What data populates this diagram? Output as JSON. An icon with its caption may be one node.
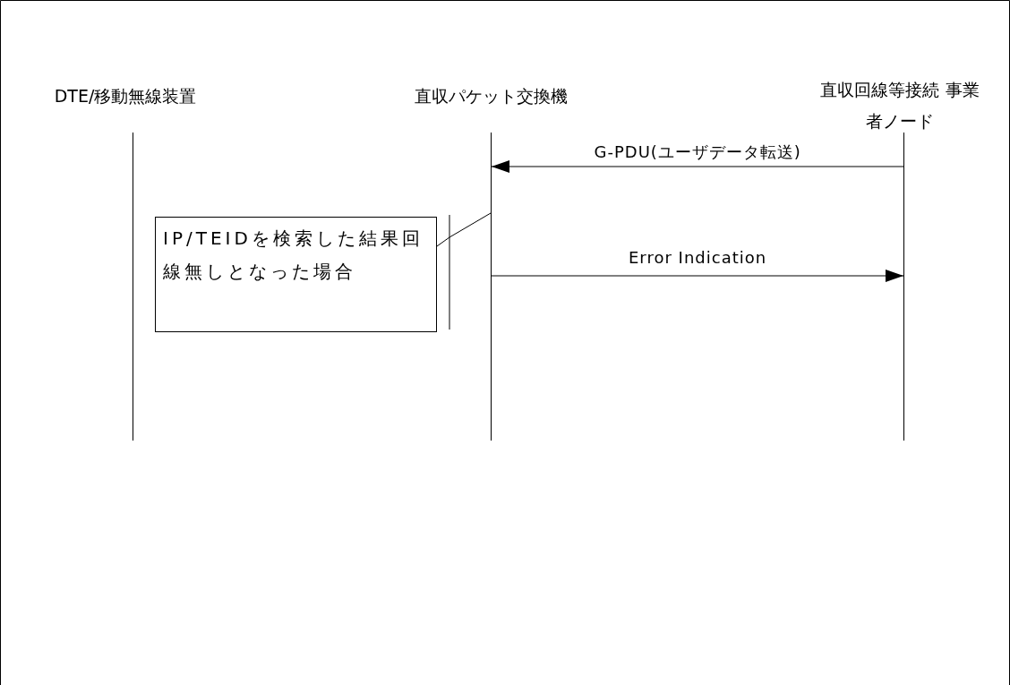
{
  "diagram": {
    "nodes": [
      {
        "text": [
          "DTE/移動無線装置"
        ]
      },
      {
        "text": [
          "直収パケット交換機"
        ]
      },
      {
        "text": [
          "直収回線等接続 事業者ノード"
        ]
      },
      {
        "text": [],
        "shape": "bar"
      },
      {
        "text": [],
        "shape": "bar"
      },
      {
        "text": [],
        "shape": "bar"
      },
      {
        "text": [
          "IP/TEIDを検索した結果回線無しとなった場合"
        ]
      }
    ],
    "edges": [
      {
        "from": 5,
        "to": 4,
        "arrow": "to",
        "label": "G-PDU(ユーザデータ転送)"
      },
      {
        "from": 4,
        "to": 5,
        "arrow": "to",
        "label": "Error Indication"
      },
      {
        "from": 6,
        "to": 4,
        "arrow": "none"
      }
    ]
  }
}
